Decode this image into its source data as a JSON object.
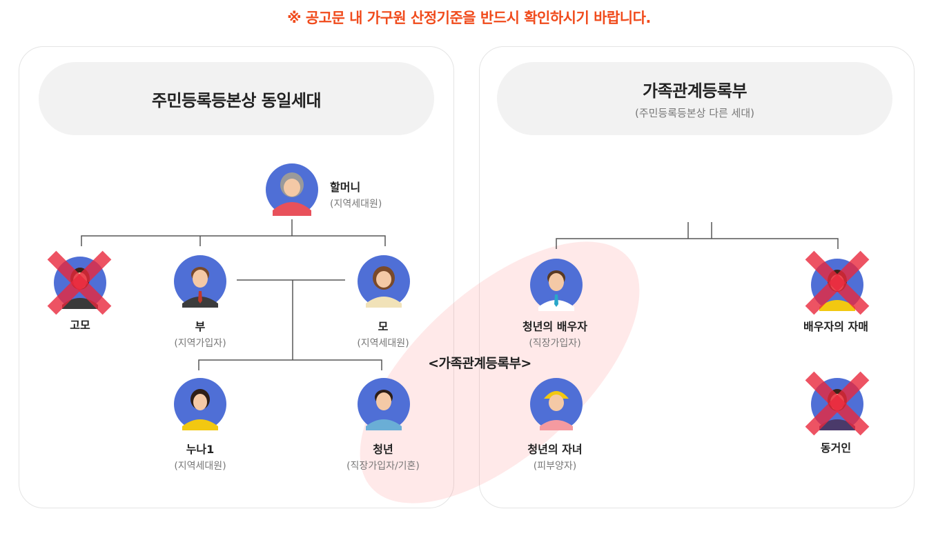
{
  "notice": "※ 공고문 내 가구원 산정기준을 반드시 확인하시기 바랍니다.",
  "left_panel": {
    "title": "주민등록등본상 동일세대"
  },
  "right_panel": {
    "title": "가족관계등록부",
    "subtitle": "(주민등록등본상 다른 세대)"
  },
  "center_label": "<가족관계등록부>",
  "people": {
    "grandma": {
      "name": "할머니",
      "role": "(지역세대원)"
    },
    "aunt": {
      "name": "고모",
      "excluded": true
    },
    "father": {
      "name": "부",
      "role": "(지역가입자)"
    },
    "mother": {
      "name": "모",
      "role": "(지역세대원)"
    },
    "sister": {
      "name": "누나1",
      "role": "(지역세대원)"
    },
    "youth": {
      "name": "청년",
      "role": "(직장가입자/기혼)"
    },
    "spouse": {
      "name": "청년의 배우자",
      "role": "(직장가입자)"
    },
    "child": {
      "name": "청년의 자녀",
      "role": "(피부양자)"
    },
    "spouse_sibling": {
      "name": "배우자의 자매",
      "excluded": true
    },
    "cohabitant": {
      "name": "동거인",
      "excluded": true
    }
  },
  "colors": {
    "accent": "#f04b1c",
    "avatar_bg": "#4f6fd6",
    "exclude": "#e8283c",
    "highlight": "#ff7878"
  }
}
